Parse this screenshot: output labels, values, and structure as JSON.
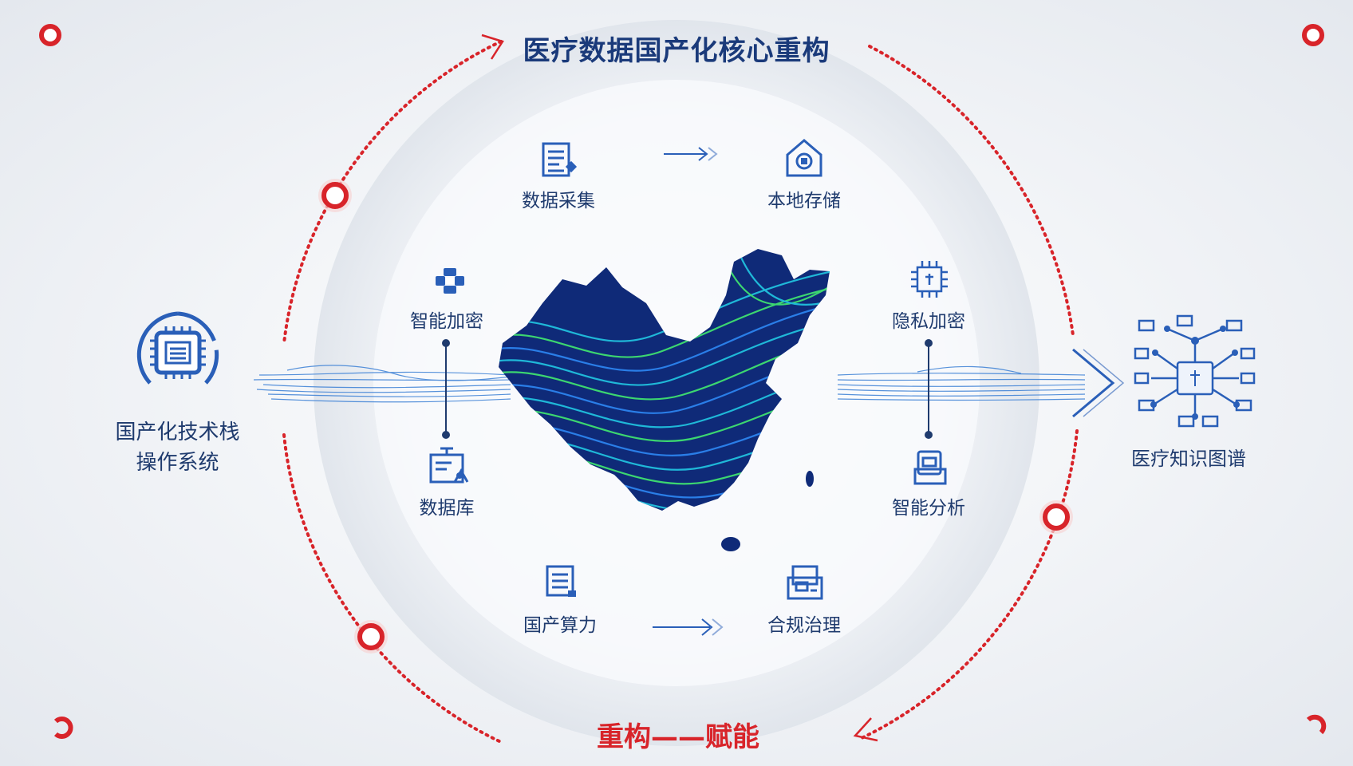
{
  "title": "医疗数据国产化核心重构",
  "footer": "重构——赋能",
  "left_block": {
    "line1": "国产化技术栈",
    "line2": "操作系统"
  },
  "right_block": {
    "label": "医疗知识图谱"
  },
  "nodes": {
    "collect": "数据采集",
    "storage": "本地存储",
    "crypto": "智能加密",
    "privacy": "隐私加密",
    "database": "数据库",
    "analysis": "智能分析",
    "compute": "国产算力",
    "governance": "合规治理"
  },
  "colors": {
    "navy": "#1a3a7a",
    "accent_red": "#d8242a",
    "icon_blue": "#2a5fb8",
    "map_dark": "#0f2a78",
    "map_cyan": "#1fb8d8",
    "map_green": "#3cd670"
  }
}
